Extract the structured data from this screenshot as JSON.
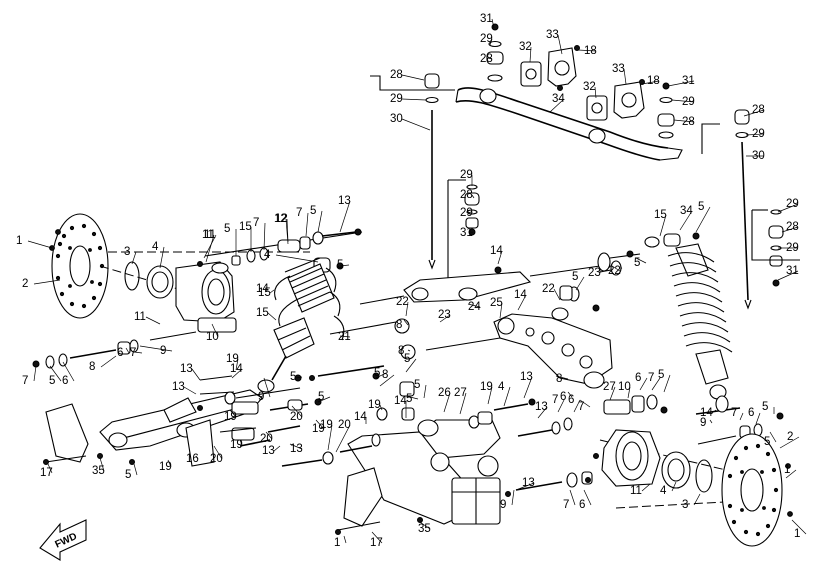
{
  "fwd_label": "FWD",
  "callouts": [
    "31",
    "29",
    "28",
    "33",
    "32",
    "18",
    "34",
    "30",
    "13",
    "12",
    "11",
    "14",
    "15",
    "5",
    "7",
    "6",
    "4",
    "3",
    "1",
    "2",
    "10",
    "9",
    "8",
    "17",
    "35",
    "16",
    "19",
    "20",
    "21",
    "22",
    "23",
    "24",
    "25",
    "26",
    "27"
  ]
}
